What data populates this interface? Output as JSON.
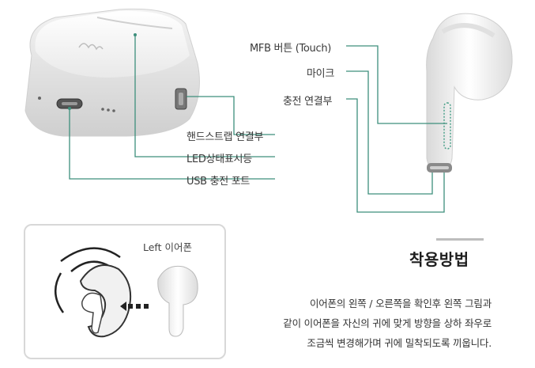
{
  "case_callouts": {
    "strap": "핸드스트랩 연결부",
    "led": "LED상태표시등",
    "usb": "USB 충전 포트"
  },
  "earbud_callouts": {
    "mfb": "MFB 버튼 (Touch)",
    "mic": "마이크",
    "charge": "충전 연결부"
  },
  "wearing": {
    "earbud_label": "Left 이어폰",
    "title": "착용방법",
    "instructions": [
      "이어폰의 왼쪽 / 오른쪽을 확인후 왼쪽 그림과",
      "같이 이어폰을 자신의 귀에 맞게 방향을 상하 좌우로",
      "조금씩 변경해가며 귀에 밀착되도록 끼웁니다."
    ]
  },
  "colors": {
    "callout_line": "#3d8f7c",
    "case_white": "#f4f4f4",
    "text": "#333333"
  }
}
